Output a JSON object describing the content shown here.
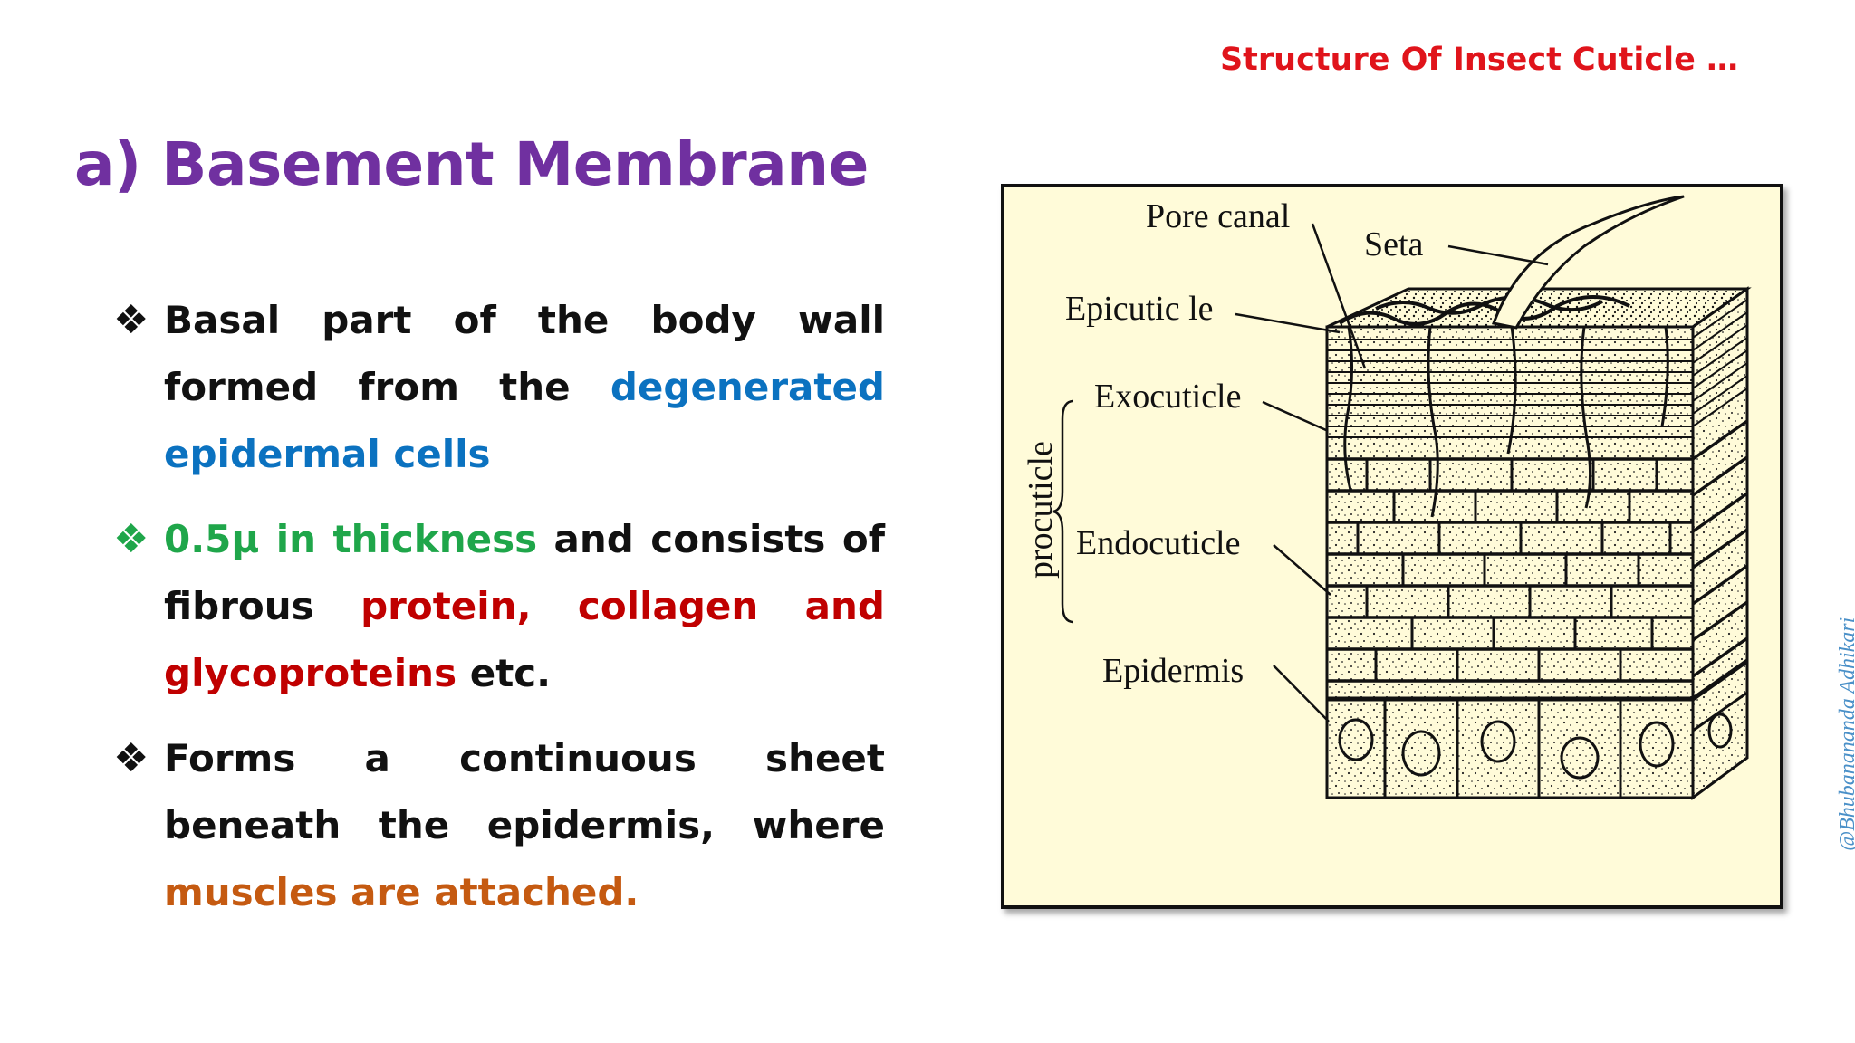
{
  "header": {
    "title": "Structure Of Insect Cuticle …"
  },
  "slide": {
    "title": "a) Basement Membrane"
  },
  "bullets": [
    {
      "segments": [
        {
          "text": "Basal part of the body wall formed from the ",
          "color": "default"
        },
        {
          "text": "degenerated epidermal cells",
          "color": "blue"
        }
      ]
    },
    {
      "segments": [
        {
          "text": "0.5µ in thickness",
          "color": "green"
        },
        {
          "text": " and consists of fibrous ",
          "color": "default"
        },
        {
          "text": "protein, collagen and glycoproteins",
          "color": "red"
        },
        {
          "text": " etc.",
          "color": "default"
        }
      ]
    },
    {
      "segments": [
        {
          "text": "Forms a continuous sheet beneath the epidermis, where ",
          "color": "default"
        },
        {
          "text": "muscles are attached.",
          "color": "orange"
        }
      ]
    }
  ],
  "bullet_icons": [
    "diamond-cluster-icon",
    "diamond-cluster-icon",
    "diamond-cluster-icon"
  ],
  "figure": {
    "labels": {
      "pore_canal": "Pore canal",
      "seta": "Seta",
      "epicuticle": "Epicutic le",
      "exocuticle": "Exocuticle",
      "endocuticle": "Endocuticle",
      "epidermis": "Epidermis",
      "procuticle": "procuticle"
    }
  },
  "watermark": "@Bhubanananda Adhikari",
  "colors": {
    "title": "#7030a0",
    "header": "#e0141b",
    "blue": "#0b72c0",
    "green": "#1fa64a",
    "red": "#c00000",
    "orange": "#c55a11",
    "figure_bg": "#fffbd9"
  }
}
